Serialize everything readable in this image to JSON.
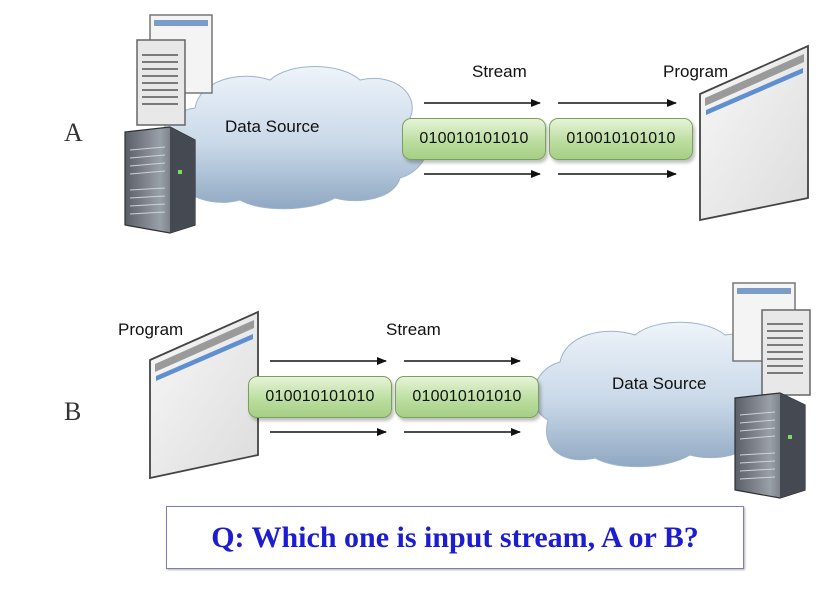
{
  "diagram_a": {
    "letter": "A",
    "data_source_label": "Data Source",
    "stream_label": "Stream",
    "program_label": "Program",
    "bits": [
      "010010101010",
      "010010101010"
    ]
  },
  "diagram_b": {
    "letter": "B",
    "program_label": "Program",
    "stream_label": "Stream",
    "data_source_label": "Data Source",
    "bits": [
      "010010101010",
      "010010101010"
    ]
  },
  "question": "Q: Which one is input stream, A or B?"
}
